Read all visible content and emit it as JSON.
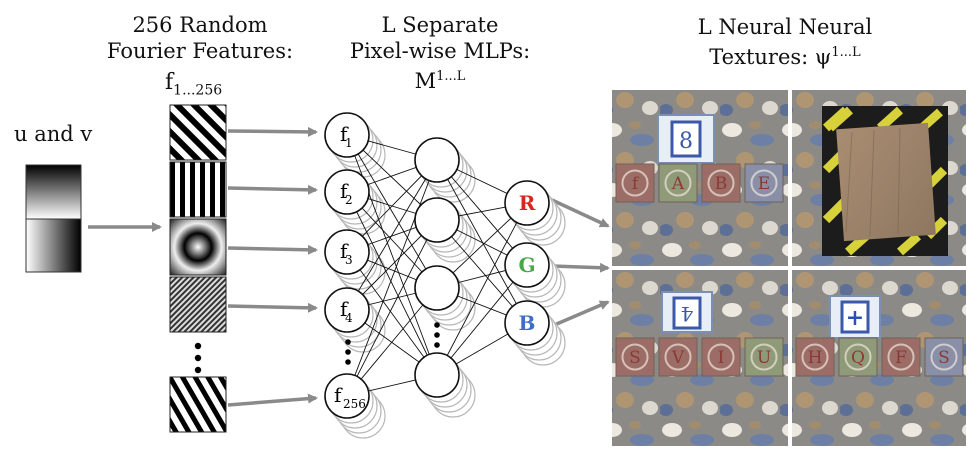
{
  "headers": {
    "features_line1": "256 Random",
    "features_line2": "Fourier Features:",
    "features_symbol": "f",
    "features_subscript": "1...256",
    "mlps_line1": "L Separate",
    "mlps_line2": "Pixel-wise MLPs:",
    "mlps_symbol": "M",
    "mlps_superscript": "1...L",
    "textures_line1": "L Neural Neural",
    "textures_line2_prefix": "Textures: ψ",
    "textures_superscript": "1...L"
  },
  "uv_label": "u and v",
  "input_nodes": [
    {
      "symbol": "f",
      "subscript": "1"
    },
    {
      "symbol": "f",
      "subscript": "2"
    },
    {
      "symbol": "f",
      "subscript": "3"
    },
    {
      "symbol": "f",
      "subscript": "4"
    },
    {
      "symbol": "f",
      "subscript": "256"
    }
  ],
  "output_nodes": [
    {
      "label": "R",
      "color": "#d9261c"
    },
    {
      "label": "G",
      "color": "#4aa64a"
    },
    {
      "label": "B",
      "color": "#3d6fc4"
    }
  ],
  "texture_tiles": [
    {
      "block_letters": [
        "f",
        "A",
        "B",
        "E"
      ],
      "top_glyph": "8"
    },
    {
      "block_letters": [],
      "top_glyph": ""
    },
    {
      "block_letters": [
        "S",
        "V",
        "I",
        "U"
      ],
      "top_glyph": "4"
    },
    {
      "block_letters": [
        "H",
        "Q",
        "F",
        "S"
      ],
      "top_glyph": "+"
    }
  ],
  "colors": {
    "arrow": "#8a8a8a",
    "node_stroke": "#111111",
    "ghost_stroke": "#b8b8b8"
  }
}
